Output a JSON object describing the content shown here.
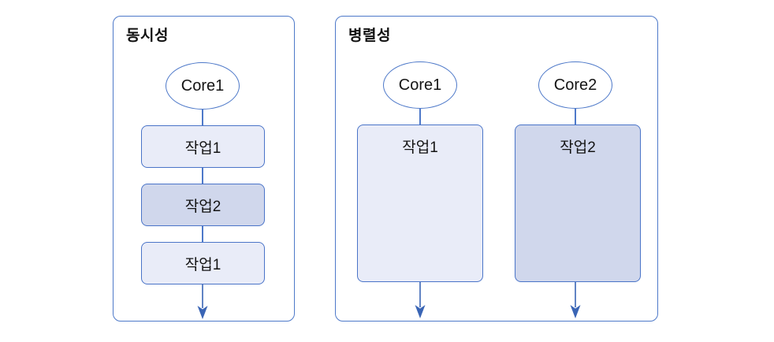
{
  "diagram": {
    "concurrency": {
      "title": "동시성",
      "core": {
        "label": "Core1"
      },
      "tasks": [
        {
          "label": "작업1",
          "variant": "light"
        },
        {
          "label": "작업2",
          "variant": "dark"
        },
        {
          "label": "작업1",
          "variant": "light"
        }
      ]
    },
    "parallelism": {
      "title": "병렬성",
      "columns": [
        {
          "core": {
            "label": "Core1"
          },
          "task": {
            "label": "작업1",
            "variant": "light"
          }
        },
        {
          "core": {
            "label": "Core2"
          },
          "task": {
            "label": "작업2",
            "variant": "dark"
          }
        }
      ]
    }
  },
  "colors": {
    "panel_border": "#4e79c9",
    "node_border": "#4a74c8",
    "connector": "#4e79c9",
    "arrow": "#3a65b5",
    "task_fill_light": "#e9ecf8",
    "task_fill_dark": "#d0d7ec",
    "text": "#141414",
    "background": "#ffffff"
  }
}
